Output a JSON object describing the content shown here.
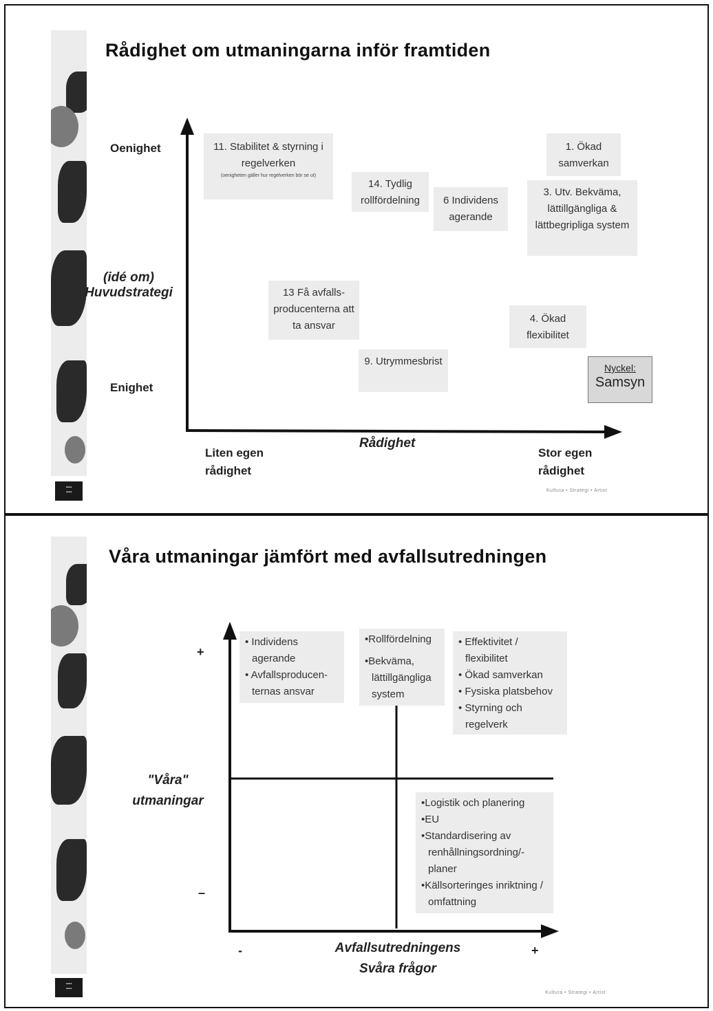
{
  "slide1": {
    "title": "Rådighet om utmaningarna inför framtiden",
    "y_top_label": "Oenighet",
    "y_mid_label": "(idé om) Huvudstrategi",
    "y_bottom_label": "Enighet",
    "x_axis_label": "Rådighet",
    "x_left_label": "Liten egen rådighet",
    "x_right_label": "Stor egen rådighet",
    "items": [
      {
        "id": "item-11",
        "text": "11. Stabilitet & styrning i regelverken",
        "note": "(oenigheten gäller hur regelverken bör se ut)"
      },
      {
        "id": "item-14",
        "text": "14. Tydlig rollfördelning"
      },
      {
        "id": "item-6",
        "text": "6 Individens agerande"
      },
      {
        "id": "item-1",
        "text": "1. Ökad samverkan"
      },
      {
        "id": "item-3",
        "text": "3. Utv. Bekväma, lättillgängliga & lättbegripliga system"
      },
      {
        "id": "item-13",
        "text": "13 Få avfalls-producenterna att ta ansvar"
      },
      {
        "id": "item-4",
        "text": "4. Ökad flexibilitet"
      },
      {
        "id": "item-9",
        "text": "9. Utrymmesbrist"
      }
    ],
    "key_label": "Nyckel:",
    "key_value": "Samsyn",
    "footer": "Kultura • Strategi • Artist"
  },
  "slide2": {
    "title": "Våra utmaningar jämfört med avfallsutredningen",
    "y_axis_label": "\"Våra\" utmaningar",
    "y_plus": "+",
    "y_minus": "–",
    "x_axis_label": "Avfallsutredningens Svåra frågor",
    "x_minus": "-",
    "x_plus": "+",
    "group_top_left": [
      "Individens agerande",
      "Avfallsproducen-ternas ansvar"
    ],
    "group_top_mid": [
      "Rollfördelning",
      "Bekväma, lättillgängliga system"
    ],
    "group_top_right": [
      "Effektivitet / flexibilitet",
      "Ökad samverkan",
      "Fysiska platsbehov",
      "Styrning och regelverk"
    ],
    "group_bottom_right": [
      "Logistik och planering",
      "EU",
      "Standardisering av renhållningsordning/-planer",
      "Källsorteringes inriktning / omfattning"
    ],
    "footer": "Kultura • Strategi • Artist"
  }
}
